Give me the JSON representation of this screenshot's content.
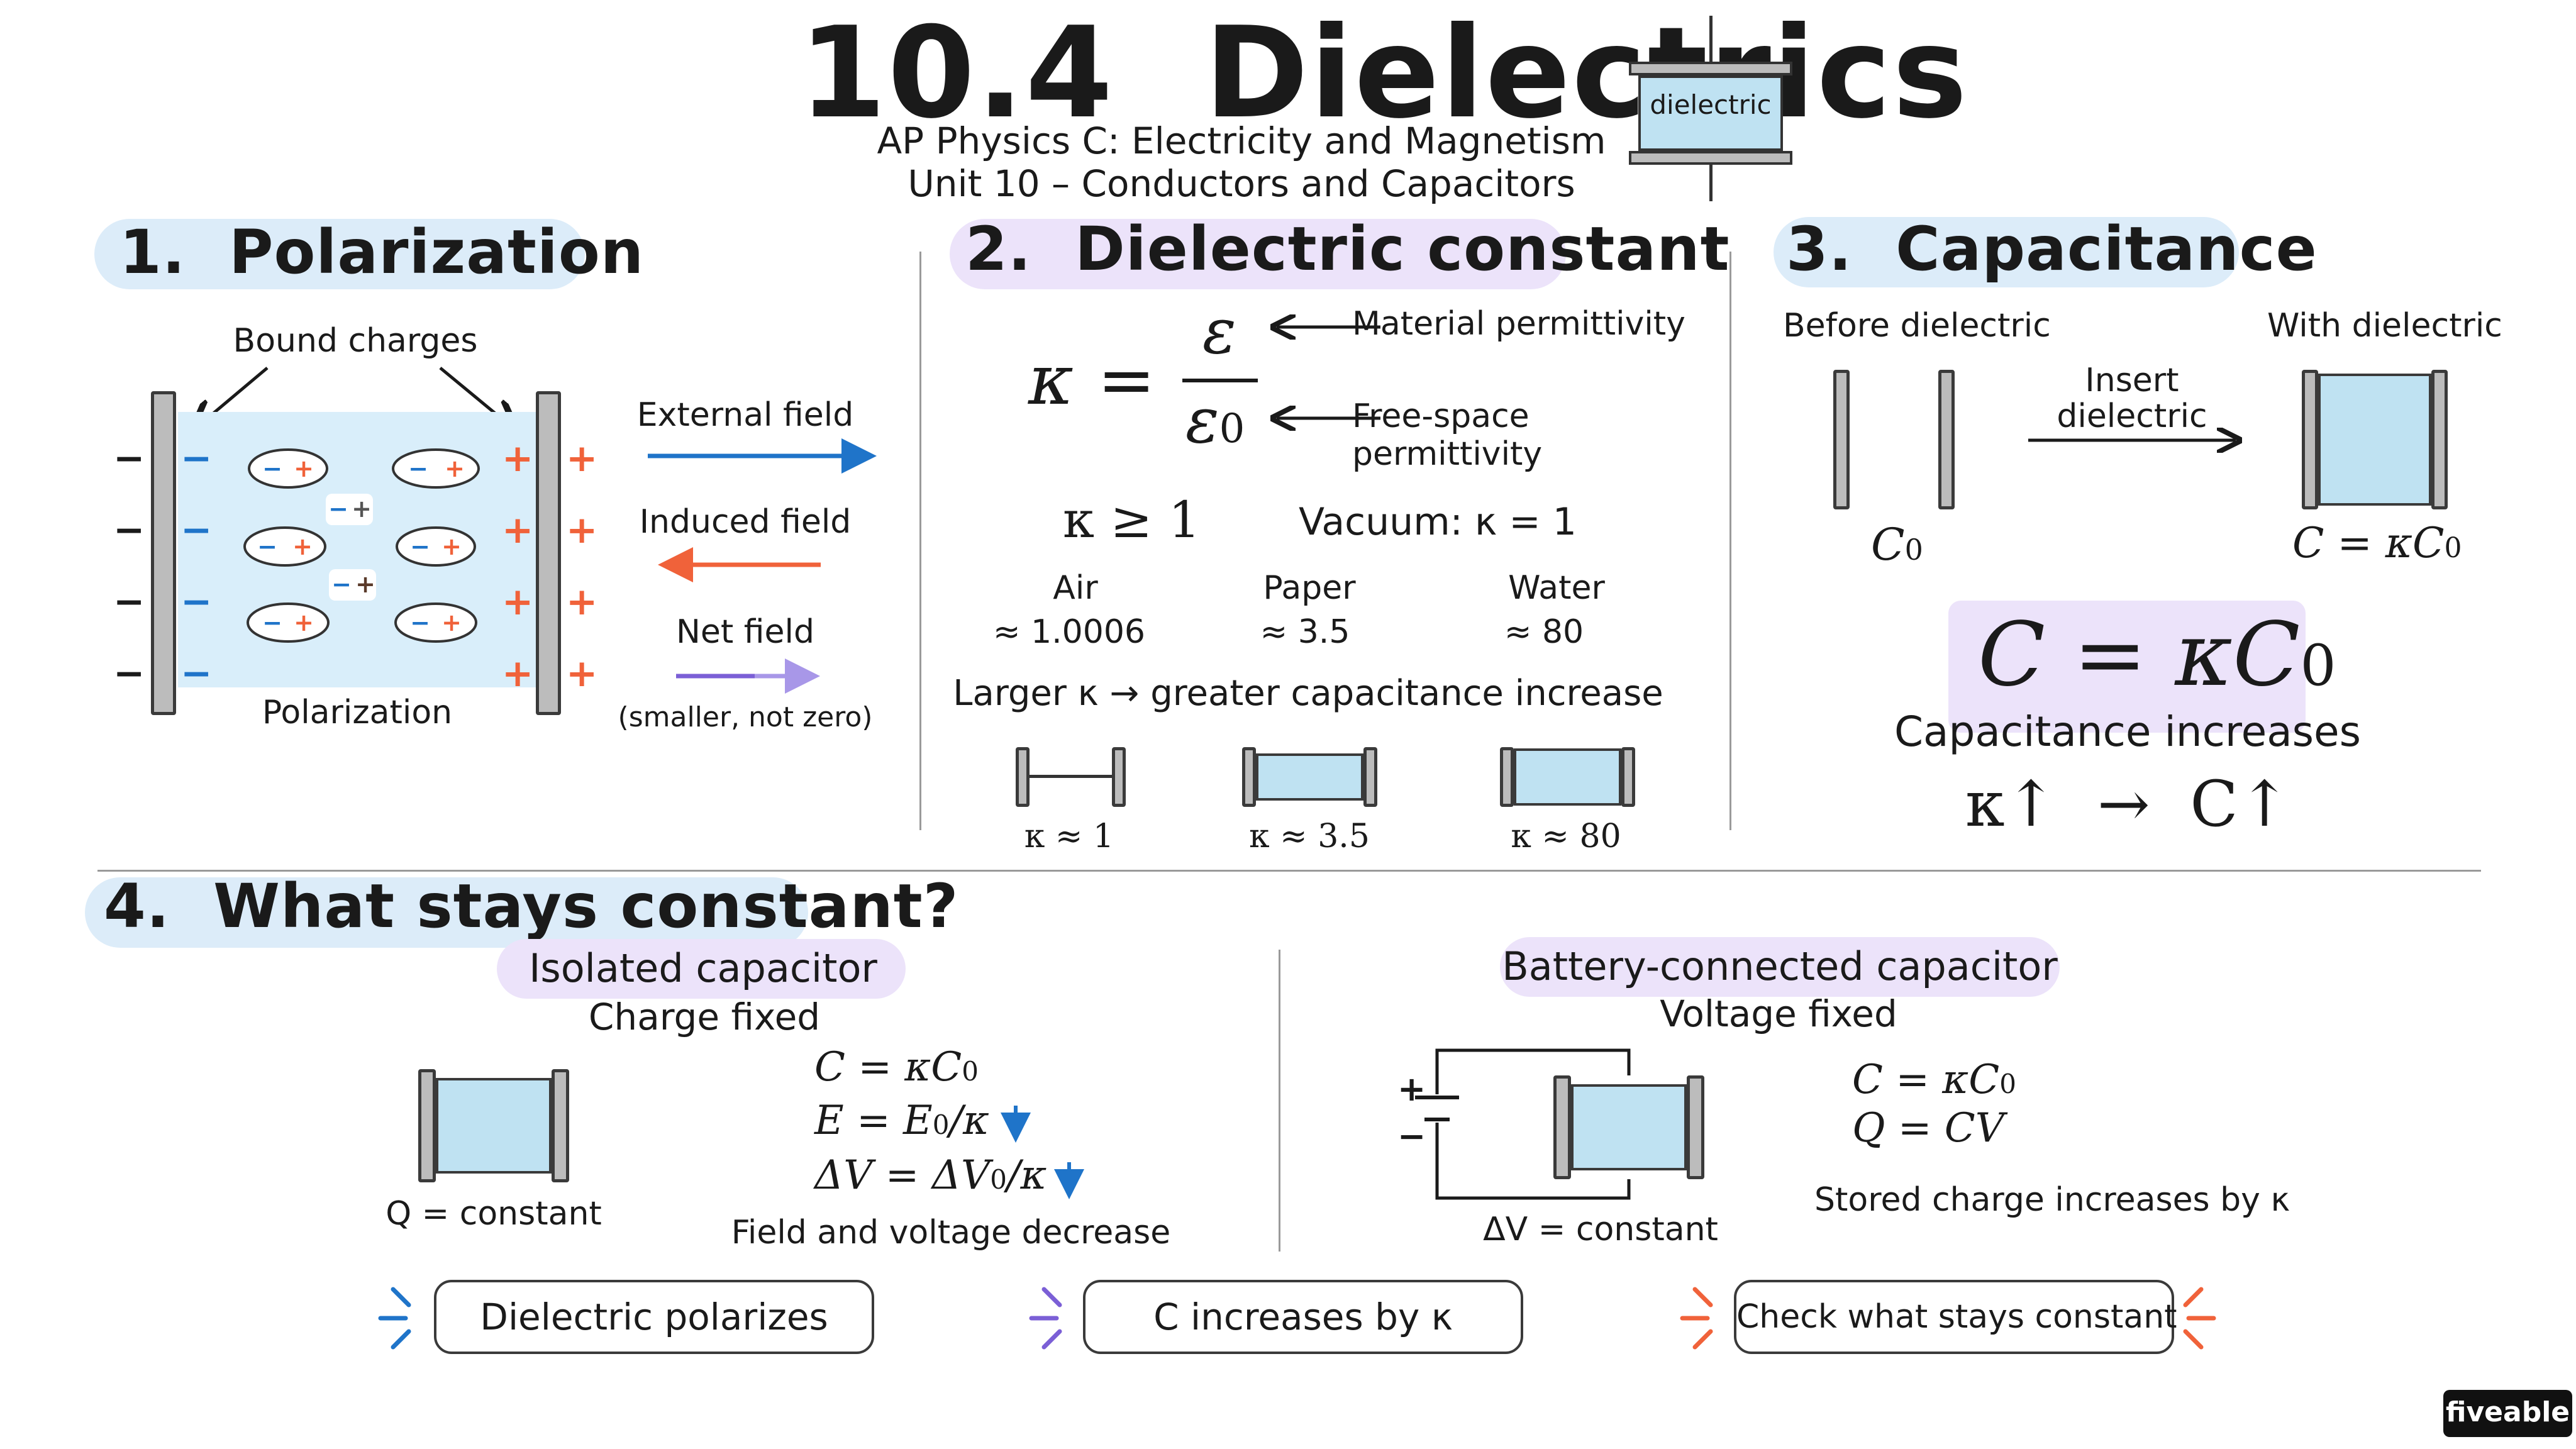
{
  "header": {
    "title": "10.4  Dielectrics",
    "course": "AP Physics C: Electricity and Magnetism",
    "unit": "Unit 10 – Conductors and Capacitors",
    "badge_label": "dielectric"
  },
  "section1": {
    "heading": "1.  Polarization",
    "bound_charges": "Bound charges",
    "polarization_label": "Polarization",
    "external_field": "External field",
    "induced_field": "Induced field",
    "net_field": "Net field",
    "net_field_note": "(smaller, not zero)",
    "colors": {
      "external": "#1f74c9",
      "induced": "#f0623a",
      "net": "#7b5fd6"
    }
  },
  "section2": {
    "heading": "2.  Dielectric constant",
    "kappa": "κ",
    "equals": "=",
    "numerator": "ε",
    "denominator": "ε",
    "denominator_sub": "0",
    "material_permittivity": "Material permittivity",
    "free_space_1": "Free-space",
    "free_space_2": "permittivity",
    "kappa_ge_1": "κ ≥ 1",
    "vacuum": "Vacuum: κ = 1",
    "materials": [
      {
        "name": "Air",
        "value": "≈ 1.0006"
      },
      {
        "name": "Paper",
        "value": "≈ 3.5"
      },
      {
        "name": "Water",
        "value": "≈ 80"
      }
    ],
    "larger_kappa": "Larger κ → greater capacitance increase",
    "capacitor_labels": [
      "κ ≈ 1",
      "κ ≈ 3.5",
      "κ ≈ 80"
    ]
  },
  "section3": {
    "heading": "3.  Capacitance",
    "before": "Before dielectric",
    "with": "With dielectric",
    "insert_1": "Insert",
    "insert_2": "dielectric",
    "c0": "C",
    "c0_sub": "0",
    "c_kc0": "C = κC",
    "c_kc0_sub": "0",
    "big_formula": "C = κC",
    "big_formula_sub": "0",
    "increases": "Capacitance increases",
    "kappa_up": "κ↑  →  C↑"
  },
  "section4": {
    "heading": "4.  What stays constant?",
    "isolated": {
      "title": "Isolated capacitor",
      "subtitle": "Charge fixed",
      "q_const": "Q = constant",
      "eq1": "C = κC",
      "eq1_sub": "0",
      "eq2": "E = E",
      "eq2_sub": "0",
      "eq2_tail": "/κ",
      "eq3": "ΔV = ΔV",
      "eq3_sub": "0",
      "eq3_tail": "/κ",
      "note": "Field and voltage decrease"
    },
    "battery": {
      "title": "Battery-connected capacitor",
      "subtitle": "Voltage fixed",
      "dv_const": "ΔV = constant",
      "eq1": "C = κC",
      "eq1_sub": "0",
      "eq2": "Q = CV",
      "note": "Stored charge increases by κ",
      "plus": "+",
      "minus": "−"
    }
  },
  "footer": {
    "buttons": [
      "Dielectric polarizes",
      "C increases by κ",
      "Check what stays constant"
    ],
    "accent_colors": [
      "#1f74c9",
      "#7b5fd6",
      "#f0623a"
    ],
    "brand": "fiveable"
  }
}
